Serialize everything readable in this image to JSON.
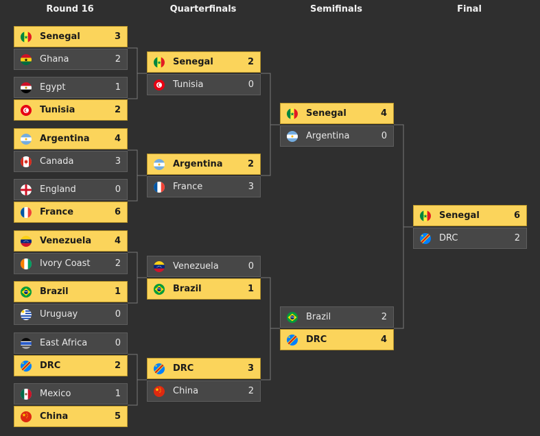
{
  "rounds": [
    "Round 16",
    "Quarterfinals",
    "Semifinals",
    "Final"
  ],
  "round16": [
    {
      "a": {
        "name": "Senegal",
        "score": "3",
        "flag": "senegal",
        "win": true
      },
      "b": {
        "name": "Ghana",
        "score": "2",
        "flag": "ghana",
        "win": false
      }
    },
    {
      "a": {
        "name": "Egypt",
        "score": "1",
        "flag": "egypt",
        "win": false
      },
      "b": {
        "name": "Tunisia",
        "score": "2",
        "flag": "tunisia",
        "win": true
      }
    },
    {
      "a": {
        "name": "Argentina",
        "score": "4",
        "flag": "argentina",
        "win": true
      },
      "b": {
        "name": "Canada",
        "score": "3",
        "flag": "canada",
        "win": false
      }
    },
    {
      "a": {
        "name": "England",
        "score": "0",
        "flag": "england",
        "win": false
      },
      "b": {
        "name": "France",
        "score": "6",
        "flag": "france",
        "win": true
      }
    },
    {
      "a": {
        "name": "Venezuela",
        "score": "4",
        "flag": "venezuela",
        "win": true
      },
      "b": {
        "name": "Ivory Coast",
        "score": "2",
        "flag": "ivory-coast",
        "win": false
      }
    },
    {
      "a": {
        "name": "Brazil",
        "score": "1",
        "flag": "brazil",
        "win": true
      },
      "b": {
        "name": "Uruguay",
        "score": "0",
        "flag": "uruguay",
        "win": false
      }
    },
    {
      "a": {
        "name": "East Africa",
        "score": "0",
        "flag": "east-africa",
        "win": false
      },
      "b": {
        "name": "DRC",
        "score": "2",
        "flag": "drc",
        "win": true
      }
    },
    {
      "a": {
        "name": "Mexico",
        "score": "1",
        "flag": "mexico",
        "win": false
      },
      "b": {
        "name": "China",
        "score": "5",
        "flag": "china",
        "win": true
      }
    }
  ],
  "quarterfinals": [
    {
      "a": {
        "name": "Senegal",
        "score": "2",
        "flag": "senegal",
        "win": true
      },
      "b": {
        "name": "Tunisia",
        "score": "0",
        "flag": "tunisia",
        "win": false
      }
    },
    {
      "a": {
        "name": "Argentina",
        "score": "2",
        "flag": "argentina",
        "win": true
      },
      "b": {
        "name": "France",
        "score": "3",
        "flag": "france",
        "win": false
      }
    },
    {
      "a": {
        "name": "Venezuela",
        "score": "0",
        "flag": "venezuela",
        "win": false
      },
      "b": {
        "name": "Brazil",
        "score": "1",
        "flag": "brazil",
        "win": true
      }
    },
    {
      "a": {
        "name": "DRC",
        "score": "3",
        "flag": "drc",
        "win": true
      },
      "b": {
        "name": "China",
        "score": "2",
        "flag": "china",
        "win": false
      }
    }
  ],
  "semifinals": [
    {
      "a": {
        "name": "Senegal",
        "score": "4",
        "flag": "senegal",
        "win": true
      },
      "b": {
        "name": "Argentina",
        "score": "0",
        "flag": "argentina",
        "win": false
      }
    },
    {
      "a": {
        "name": "Brazil",
        "score": "2",
        "flag": "brazil",
        "win": false
      },
      "b": {
        "name": "DRC",
        "score": "4",
        "flag": "drc",
        "win": true
      }
    }
  ],
  "final": [
    {
      "a": {
        "name": "Senegal",
        "score": "6",
        "flag": "senegal",
        "win": true
      },
      "b": {
        "name": "DRC",
        "score": "2",
        "flag": "drc",
        "win": false
      }
    }
  ],
  "colors": {
    "background": "#2f2f2f",
    "winner": "#fbd45b",
    "loser": "#474747",
    "connector": "#7a7a7a"
  }
}
